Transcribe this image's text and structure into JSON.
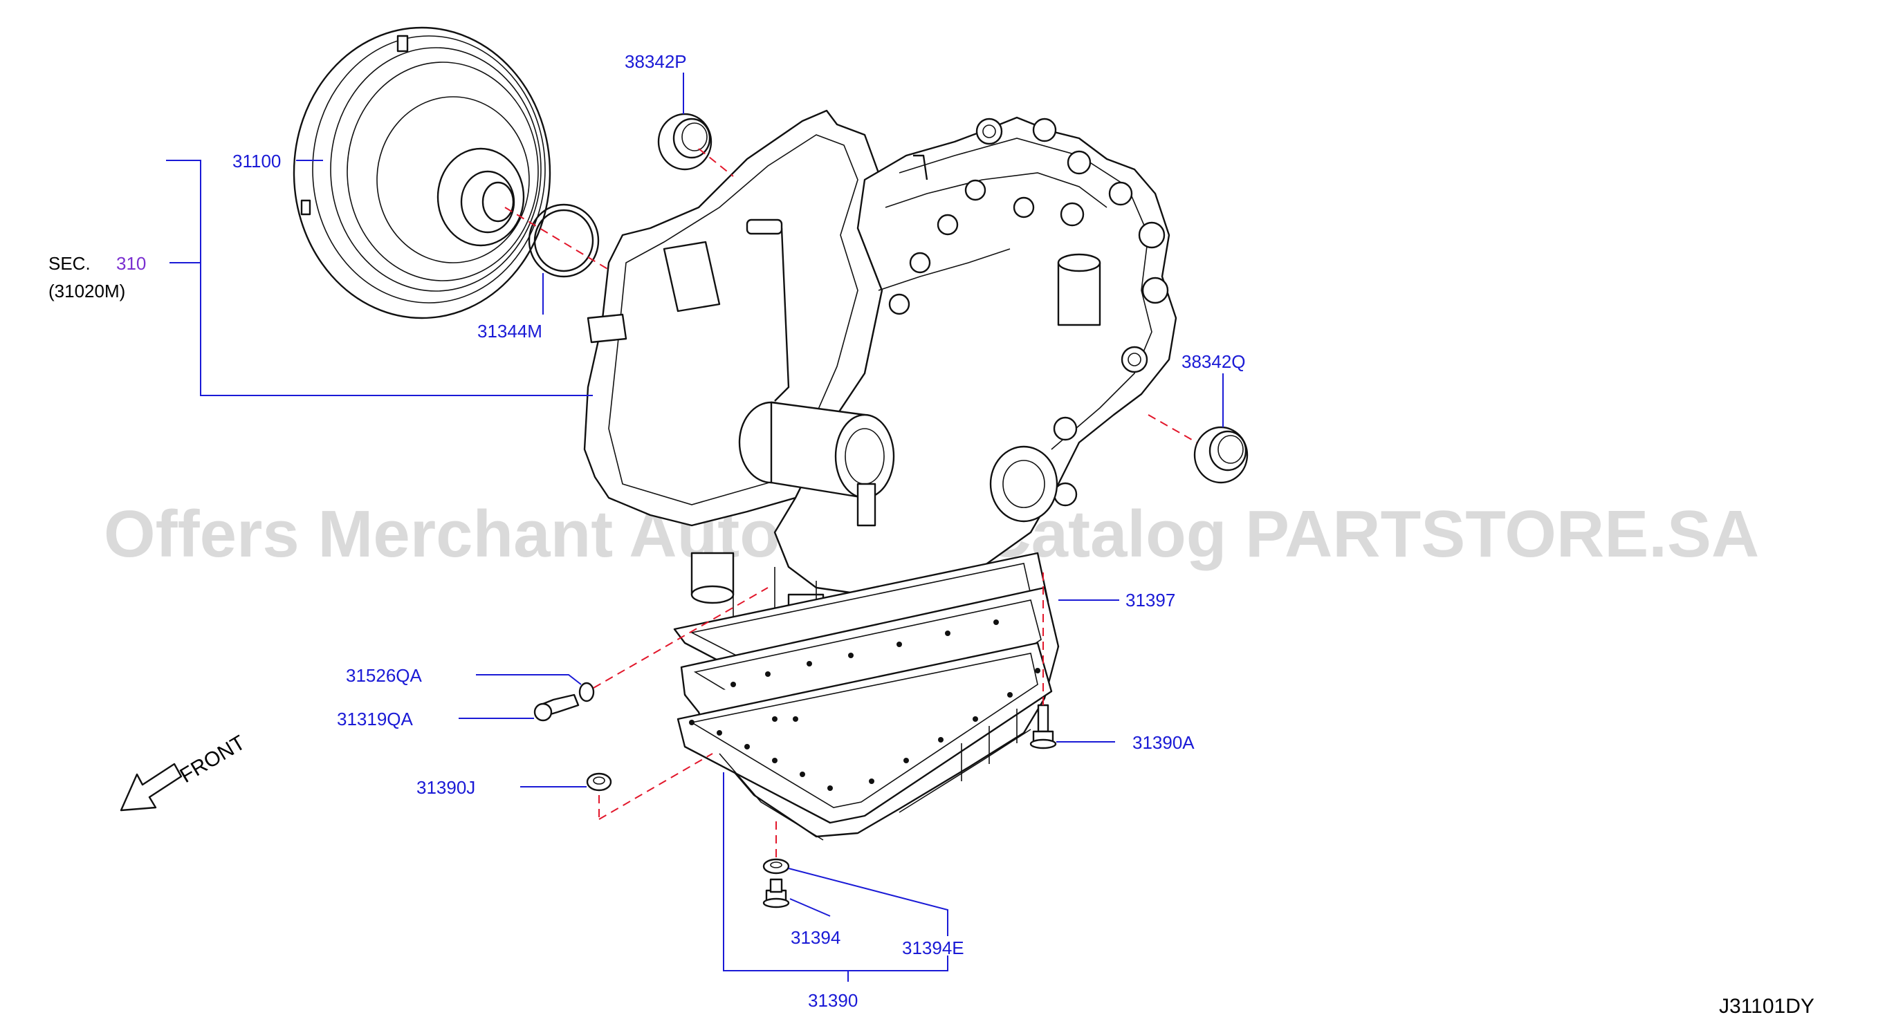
{
  "diagram": {
    "id_code": "J31101DY",
    "watermark": "Offers Merchant Auto Parts Catalog PARTSTORE.SA",
    "section_ref": {
      "prefix": "SEC.",
      "number": "310",
      "code": "(31020M)"
    },
    "front_label": "FRONT",
    "callouts": {
      "p31100": "31100",
      "p38342P": "38342P",
      "p31344M": "31344M",
      "p38342Q": "38342Q",
      "p31397": "31397",
      "p31526QA": "31526QA",
      "p31319QA": "31319QA",
      "p31390A": "31390A",
      "p31390J": "31390J",
      "p31394": "31394",
      "p31394E": "31394E",
      "p31390": "31390"
    },
    "colors": {
      "callout": "#1a1ad6",
      "dashed_guide": "#e2162a",
      "section_link": "#7a2fd0",
      "line_art": "#111111"
    }
  }
}
